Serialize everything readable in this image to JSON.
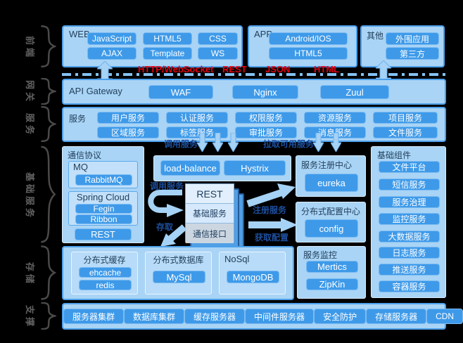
{
  "rail": {
    "frontend": "前端",
    "gateway": "网关",
    "services": "服务",
    "base": "基础服务",
    "storage": "存储",
    "support": "支撑"
  },
  "frontend": {
    "web": {
      "title": "WEB",
      "items": [
        "JavaScript",
        "HTML5",
        "CSS",
        "AJAX",
        "Template",
        "WS"
      ]
    },
    "app": {
      "title": "APP",
      "items": [
        "Android/IOS",
        "HTML5"
      ]
    },
    "other": {
      "title": "其他",
      "items": [
        "外围应用",
        "第三方"
      ]
    }
  },
  "protocols": [
    "HTTP/WebSocket",
    "REST",
    "JSON",
    "HTML"
  ],
  "gateway": {
    "title": "API Gateway",
    "items": [
      "WAF",
      "Nginx",
      "Zuul"
    ]
  },
  "services": {
    "title": "服务",
    "rows": [
      [
        "用户服务",
        "认证服务",
        "权限服务",
        "资源服务",
        "项目服务"
      ],
      [
        "区域服务",
        "标签服务",
        "审批服务",
        "消息服务",
        "文件服务"
      ]
    ]
  },
  "base": {
    "comm": {
      "title": "通信协议",
      "mq": {
        "title": "MQ",
        "items": [
          "RabbitMQ"
        ]
      },
      "spring": {
        "title": "Spring Cloud",
        "items": [
          "Fegin",
          "Ribbon"
        ]
      },
      "rest": "REST"
    },
    "labels": {
      "invoke_top": "调用服务",
      "pull": "拉取可用服务",
      "invoke_left": "调用服务",
      "register": "注册服务",
      "get_config": "获取配置",
      "access": "存取"
    },
    "lb": {
      "items": [
        "load-balance",
        "Hystrix"
      ]
    },
    "stack": [
      "REST",
      "基础服务",
      "通信接口"
    ],
    "registry": {
      "title": "服务注册中心",
      "items": [
        "eureka"
      ]
    },
    "config_center": {
      "title": "分布式配置中心",
      "items": [
        "config"
      ]
    },
    "components": {
      "title": "基础组件",
      "items": [
        "文件平台",
        "短信服务",
        "服务治理",
        "监控服务",
        "大数据服务",
        "日志服务",
        "推送服务",
        "容器服务"
      ]
    }
  },
  "storage": {
    "cache": {
      "title": "分布式缓存",
      "items": [
        "ehcache",
        "redis"
      ]
    },
    "db": {
      "title": "分布式数据库",
      "items": [
        "MySql"
      ]
    },
    "nosql": {
      "title": "NoSql",
      "items": [
        "MongoDB"
      ]
    },
    "monitor": {
      "title": "服务监控",
      "items": [
        "Mertics",
        "ZipKin"
      ]
    }
  },
  "support": {
    "items": [
      "服务器集群",
      "数据库集群",
      "缓存服务器",
      "中间件服务器",
      "安全防护",
      "存储服务器",
      "CDN"
    ]
  },
  "colors": {
    "background": "#000000",
    "panel": "#a9d4f5",
    "panel_border": "#4da0ea",
    "button": "#3e9ae9",
    "arrow": "#a5d2f5",
    "red_label": "#e60012",
    "flow_label": "#1d4f9f"
  }
}
